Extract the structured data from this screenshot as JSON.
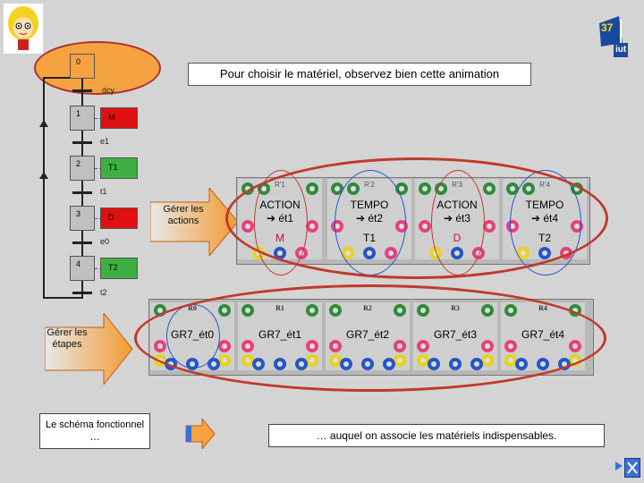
{
  "header": {
    "page_number": "37",
    "corner_logo_text": "iut",
    "instruction": "Pour choisir le matériel, observez bien cette animation"
  },
  "grafcet": {
    "steps": [
      {
        "num": "0"
      },
      {
        "num": "1",
        "action": "M"
      },
      {
        "num": "2",
        "action": "T1"
      },
      {
        "num": "3",
        "action": "D"
      },
      {
        "num": "4",
        "action": "T2"
      }
    ],
    "transitions": [
      "dcy",
      "e1",
      "t1",
      "e0",
      "t2"
    ]
  },
  "arrows": {
    "manage_actions": "Gérer les actions",
    "manage_steps": "Gérer les étapes"
  },
  "relay_cards": [
    {
      "title": "R'1",
      "line1": "ACTION",
      "line2": "ét1",
      "line3": "M"
    },
    {
      "title": "R'2",
      "line1": "TEMPO",
      "line2": "ét2",
      "line3": "T1"
    },
    {
      "title": "R'3",
      "line1": "ACTION",
      "line2": "ét3",
      "line3": "D"
    },
    {
      "title": "R'4",
      "line1": "TEMPO",
      "line2": "ét4",
      "line3": "T2"
    }
  ],
  "step_cards": [
    {
      "title": "R0",
      "label": "GR7_ét0"
    },
    {
      "title": "R1",
      "label": "GR7_ét1"
    },
    {
      "title": "R2",
      "label": "GR7_ét2"
    },
    {
      "title": "R3",
      "label": "GR7_ét3"
    },
    {
      "title": "R4",
      "label": "GR7_ét4"
    }
  ],
  "footer": {
    "schema_label": "Le schéma fonctionnel …",
    "conclusion": "… auquel on associe les matériels indispensables."
  },
  "colors": {
    "orange": "#f4a340",
    "red_action": "#e01010",
    "green_action": "#3cb043",
    "ellipse": "#c0392b",
    "terminal_green": "#2e8b3a",
    "terminal_blue": "#2456c8",
    "terminal_pink": "#e6407a",
    "terminal_yellow": "#e8d21c",
    "action_text_red": "#c0103a"
  },
  "icons": [
    "mascot-icon",
    "logo-icon",
    "double-arrow-icon",
    "next-icon",
    "end-icon"
  ]
}
